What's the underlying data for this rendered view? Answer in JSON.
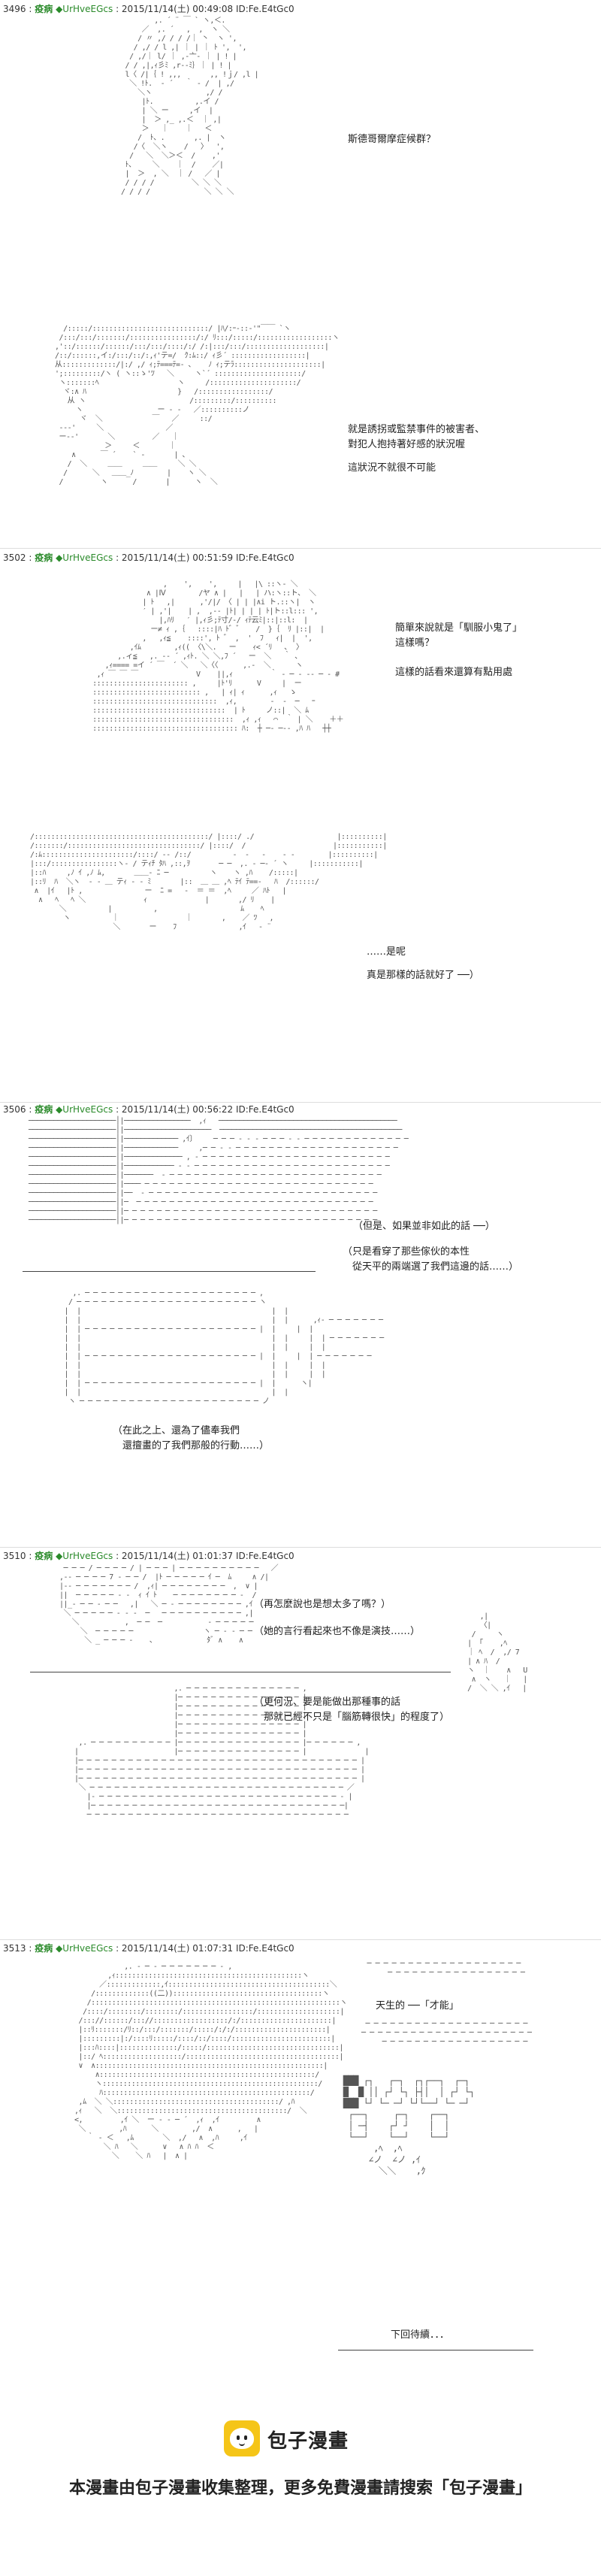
{
  "posts": [
    {
      "number": "3496",
      "name": "疫病",
      "trip": "◆UrHveEGcs",
      "meta": "2015/11/14(土) 00:49:08 ID:Fe.E4tGc0",
      "dialogs": [
        "斯德哥爾摩症候群？",
        "就是誘拐或監禁事件的被害者、\n對犯人抱持著好感的狀況喔",
        "這狀況不就很不可能"
      ]
    },
    {
      "number": "3502",
      "name": "疫病",
      "trip": "◆UrHveEGcs",
      "meta": "2015/11/14(土) 00:51:59 ID:Fe.E4tGc0",
      "dialogs": [
        "簡單來說就是「馴服小鬼了」\n這樣嗎？",
        "這樣的話看來還算有點用處",
        "……是呢",
        "真是那樣的話就好了 ──）"
      ]
    },
    {
      "number": "3506",
      "name": "疫病",
      "trip": "◆UrHveEGcs",
      "meta": "2015/11/14(土) 00:56:22 ID:Fe.E4tGc0",
      "dialogs": [
        "（但是、如果並非如此的話 ──）",
        "（只是看穿了那些傢伙的本性\n　從天平的兩端選了我們這邊的話……）",
        "（在此之上、還為了儘奉我們\n　還擅畫的了我們那般的行動……）"
      ]
    },
    {
      "number": "3510",
      "name": "疫病",
      "trip": "◆UrHveEGcs",
      "meta": "2015/11/14(土) 01:01:37 ID:Fe.E4tGc0",
      "dialogs": [
        "（再怎麼說也是想太多了嗎？）",
        "（她的言行看起來也不像是演技……）",
        "（更何況、要是能做出那種事的話\n　那就已經不只是「腦筋轉很快」的程度了）"
      ]
    },
    {
      "number": "3513",
      "name": "疫病",
      "trip": "◆UrHveEGcs",
      "meta": "2015/11/14(土) 01:07:31 ID:Fe.E4tGc0",
      "dialogs": [
        "天生的 ──「才能」",
        "下回待續．．．"
      ]
    }
  ],
  "footer": {
    "brand": "包子漫畫",
    "notice": "本漫畫由包子漫畫收集整理，更多免費漫畫請搜索「包子漫畫」",
    "logo_color": "#f5c518"
  }
}
